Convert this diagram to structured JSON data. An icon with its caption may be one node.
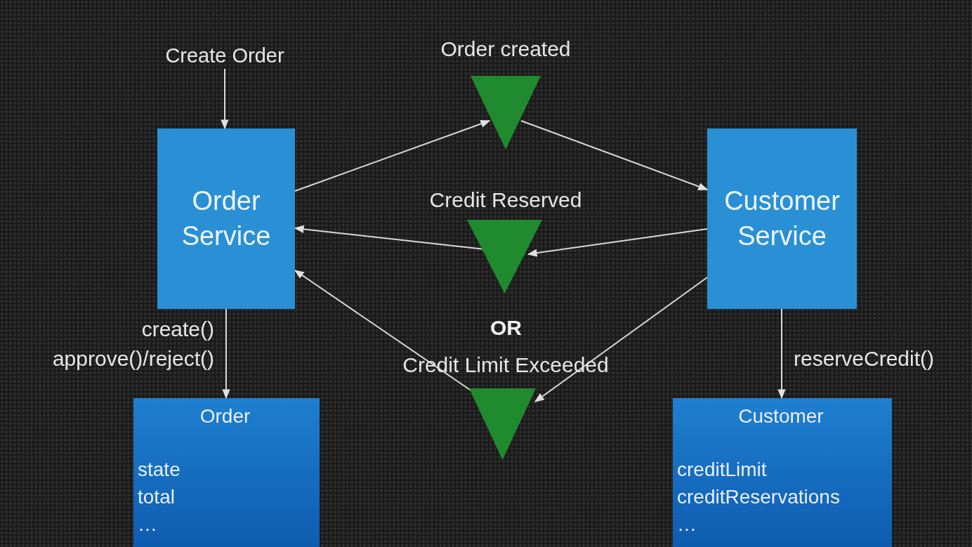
{
  "diagram": {
    "nodes": [
      {
        "text": [
          "Create Order"
        ]
      },
      {
        "text": [
          "Order Service"
        ]
      },
      {
        "text": [
          "Order created"
        ]
      },
      {
        "text": [
          "Customer Service"
        ]
      },
      {
        "text": [
          "Credit Reserved"
        ]
      },
      {
        "text": [
          "Credit Limit Exceeded"
        ]
      },
      {
        "text": [
          "Order",
          "state",
          "total",
          "…"
        ]
      },
      {
        "text": [
          "Customer",
          "creditLimit",
          "creditReservations",
          "…"
        ]
      }
    ],
    "edges": [
      {
        "from": 0,
        "to": 1,
        "arrow": "to"
      },
      {
        "from": 1,
        "to": 2,
        "arrow": "to"
      },
      {
        "from": 2,
        "to": 3,
        "arrow": "to"
      },
      {
        "from": 3,
        "to": 4,
        "arrow": "to"
      },
      {
        "from": 4,
        "to": 1,
        "arrow": "to"
      },
      {
        "from": 3,
        "to": 5,
        "arrow": "to"
      },
      {
        "from": 5,
        "to": 1,
        "arrow": "to"
      },
      {
        "from": 1,
        "to": 6,
        "arrow": "to",
        "label": "create() approve()/reject()"
      },
      {
        "from": 3,
        "to": 7,
        "arrow": "to",
        "label": "reserveCredit()"
      }
    ],
    "labels": [
      "OR"
    ]
  }
}
